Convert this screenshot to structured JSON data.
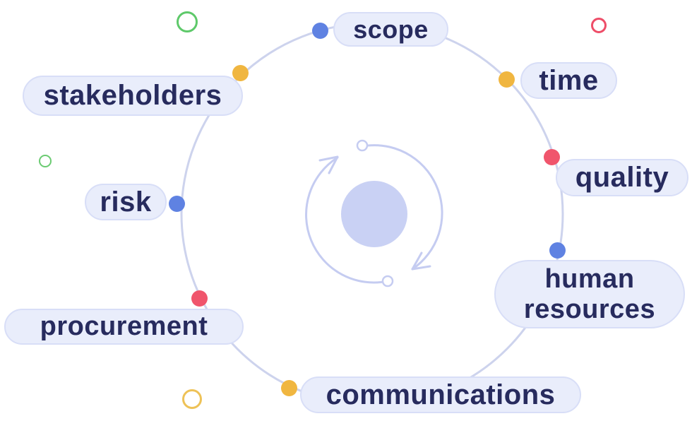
{
  "diagram": {
    "description": "project management knowledge areas cycle",
    "nodes": [
      {
        "id": "scope",
        "label": "scope",
        "dot_color": "#5f82e2"
      },
      {
        "id": "time",
        "label": "time",
        "dot_color": "#f0b640"
      },
      {
        "id": "quality",
        "label": "quality",
        "dot_color": "#f0556c"
      },
      {
        "id": "human-resources",
        "label": "human resources",
        "dot_color": "#5f82e2"
      },
      {
        "id": "communications",
        "label": "communications",
        "dot_color": "#f0b640"
      },
      {
        "id": "procurement",
        "label": "procurement",
        "dot_color": "#f0556c"
      },
      {
        "id": "risk",
        "label": "risk",
        "dot_color": "#5f82e2"
      },
      {
        "id": "stakeholders",
        "label": "stakeholders",
        "dot_color": "#f0b640"
      }
    ],
    "colors": {
      "background": "#ffffff",
      "ring": "#cdd3ed",
      "icon_stroke": "#c5ccf1",
      "center_fill": "#c9d1f4",
      "pill_bg": "#e9edfb",
      "pill_border": "#d8def7",
      "text": "#272b5e",
      "dot_blue": "#5f82e2",
      "dot_yellow": "#f0b640",
      "dot_red": "#f0556c"
    },
    "decorations": [
      {
        "name": "green-circle-large",
        "color": "#5ec96a"
      },
      {
        "name": "red-circle",
        "color": "#ee4d68"
      },
      {
        "name": "green-circle-small",
        "color": "#6bcb72"
      },
      {
        "name": "yellow-circle",
        "color": "#eec257"
      }
    ]
  }
}
